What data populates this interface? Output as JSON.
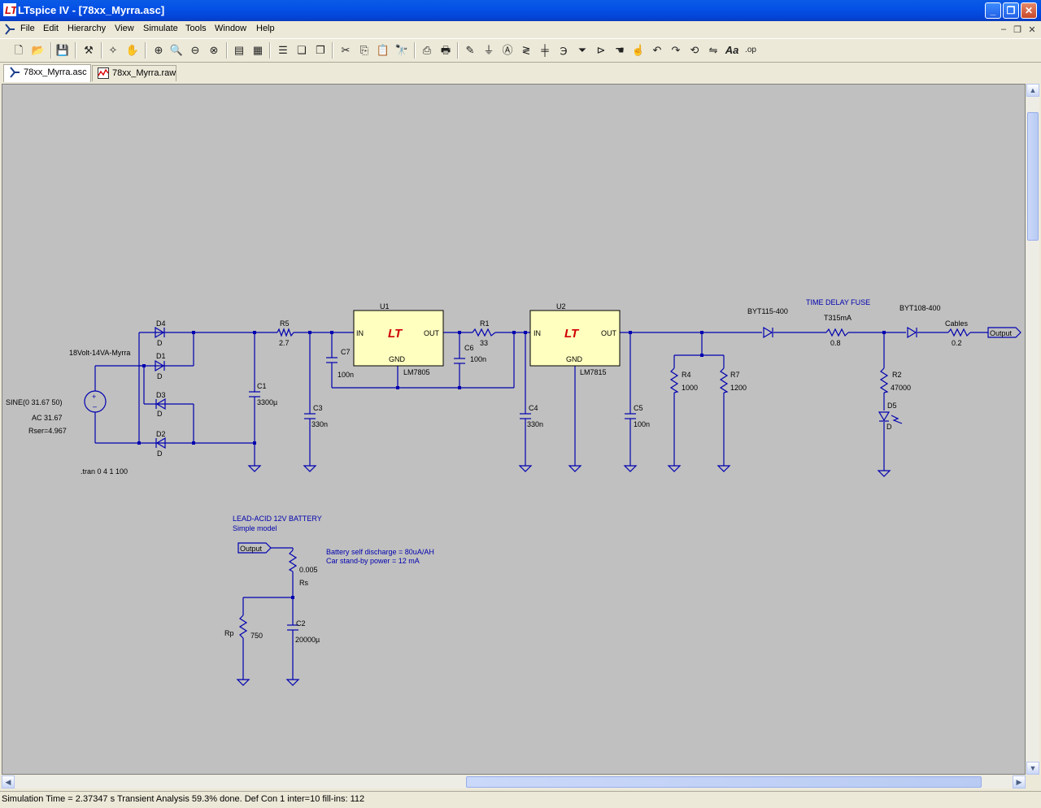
{
  "window": {
    "title": "LTspice IV - [78xx_Myrra.asc]"
  },
  "menu": [
    "File",
    "Edit",
    "Hierarchy",
    "View",
    "Simulate",
    "Tools",
    "Window",
    "Help"
  ],
  "tabs": [
    {
      "label": "78xx_Myrra.asc",
      "active": true
    },
    {
      "label": "78xx_Myrra.raw",
      "active": false
    }
  ],
  "toolbar_icons": [
    "new-icon",
    "open-icon",
    "save-icon",
    "hammer-icon",
    "hand-icon",
    "zoom-in-icon",
    "zoom-area-icon",
    "zoom-out-icon",
    "zoom-cancel-icon",
    "waveform-icon",
    "autorange-icon",
    "tile-horizontal-icon",
    "cascade-icon",
    "arrange-icon",
    "cut-icon",
    "copy-icon",
    "paste-icon",
    "find-icon",
    "print-setup-icon",
    "print-icon",
    "wire-icon",
    "ground-icon",
    "label-icon",
    "resistor-icon",
    "capacitor-icon",
    "inductor-icon",
    "diode-icon",
    "component-icon",
    "move-icon",
    "drag-icon",
    "undo-icon",
    "redo-icon",
    "rotate-icon",
    "mirror-icon",
    "text-icon",
    "spice-directive-icon"
  ],
  "schematic": {
    "source": {
      "name": "18Volt-14VA-Myrra",
      "value": "SINE(0 31.67 50)",
      "ac": "AC 31.67",
      "rser": "Rser=4.967"
    },
    "directive": ".tran 0 4 1 100",
    "diodes": [
      {
        "name": "D4",
        "value": "D"
      },
      {
        "name": "D1",
        "value": "D"
      },
      {
        "name": "D3",
        "value": "D"
      },
      {
        "name": "D2",
        "value": "D"
      }
    ],
    "components": {
      "R5": {
        "name": "R5",
        "value": "2.7"
      },
      "C1": {
        "name": "C1",
        "value": "3300µ"
      },
      "C3": {
        "name": "C3",
        "value": "330n"
      },
      "C7": {
        "name": "C7",
        "value": "100n"
      },
      "U1": {
        "name": "U1",
        "part": "LM7805",
        "in": "IN",
        "out": "OUT",
        "gnd": "GND"
      },
      "C6": {
        "name": "C6",
        "value": "100n"
      },
      "R1": {
        "name": "R1",
        "value": "33"
      },
      "C4": {
        "name": "C4",
        "value": "330n"
      },
      "U2": {
        "name": "U2",
        "part": "LM7815",
        "in": "IN",
        "out": "OUT",
        "gnd": "GND"
      },
      "C5": {
        "name": "C5",
        "value": "100n"
      },
      "R4": {
        "name": "R4",
        "value": "1000"
      },
      "R7": {
        "name": "R7",
        "value": "1200"
      },
      "BYT115": {
        "name": "BYT115-400"
      },
      "FUSE": {
        "title": "TIME DELAY FUSE",
        "name": "T315mA",
        "value": "0.8"
      },
      "R2": {
        "name": "R2",
        "value": "47000"
      },
      "D5": {
        "name": "D5",
        "value": "D"
      },
      "BYT108": {
        "name": "BYT108-400"
      },
      "Cables": {
        "name": "Cables",
        "value": "0.2"
      },
      "OutLabel": "Output"
    },
    "battery": {
      "title": "LEAD-ACID 12V BATTERY",
      "subtitle": "Simple model",
      "label": "Output",
      "note1": "Battery self discharge = 80uA/AH",
      "note2": "Car stand-by  power = 12 mA",
      "rs_value": "0.005",
      "rs_name": "Rs",
      "rp_name": "Rp",
      "rp_value": "750",
      "c2_name": "C2",
      "c2_value": "20000µ"
    }
  },
  "status": "Simulation Time = 2.37347 s  Transient Analysis 59.3% done. Def Con 1  inter=10 fill-ins: 112"
}
